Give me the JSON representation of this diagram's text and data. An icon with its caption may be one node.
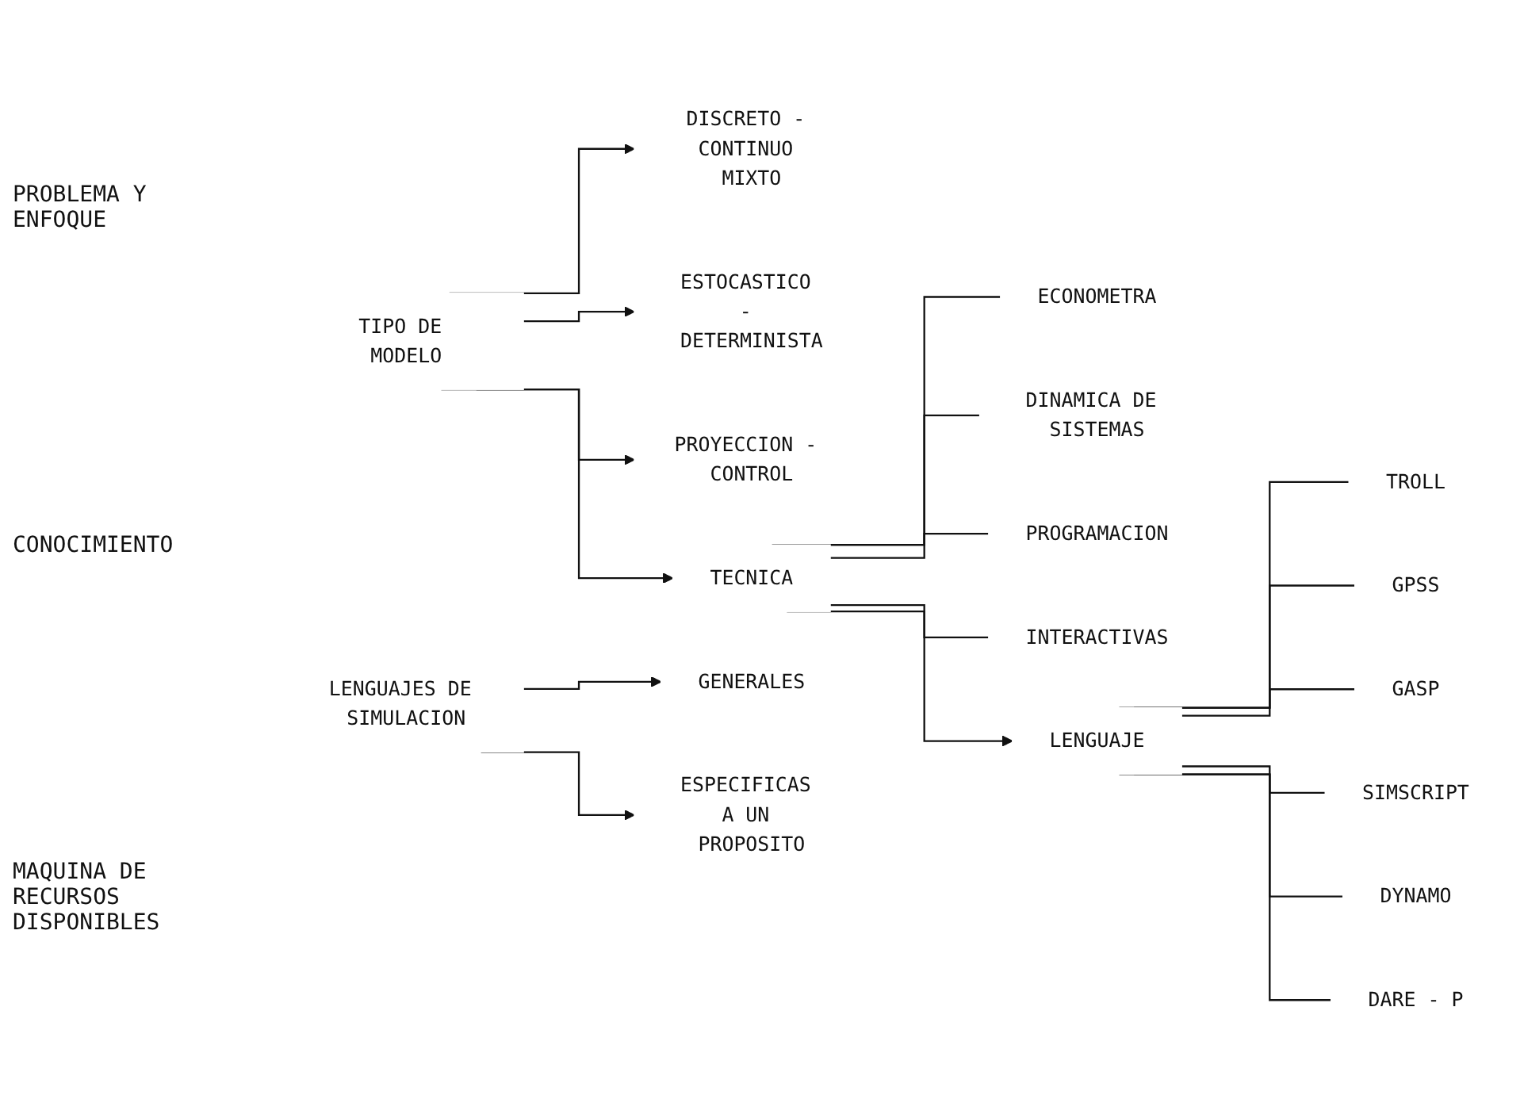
{
  "diagram": {
    "nodes": [
      {
        "text": [
          "TIPO DE MODELO"
        ]
      },
      {
        "text": [
          "DISCRETO - CONTINUO MIXTO"
        ]
      },
      {
        "text": [
          "ESTOCASTICO - DETERMINISTA"
        ]
      },
      {
        "text": [
          "PROYECCION - CONTROL"
        ]
      },
      {
        "text": [
          "TECNICA"
        ]
      },
      {
        "text": [
          "ECONOMETRA"
        ]
      },
      {
        "text": [
          "DINAMICA DE SISTEMAS"
        ]
      },
      {
        "text": [
          "PROGRAMACION"
        ]
      },
      {
        "text": [
          "INTERACTIVAS"
        ]
      },
      {
        "text": [
          "LENGUAJE"
        ]
      },
      {
        "text": [
          "TROLL"
        ]
      },
      {
        "text": [
          "GPSS"
        ]
      },
      {
        "text": [
          "GASP"
        ]
      },
      {
        "text": [
          "SIMSCRIPT"
        ]
      },
      {
        "text": [
          "DYNAMO"
        ]
      },
      {
        "text": [
          "DARE - P"
        ]
      },
      {
        "text": [
          "LENGUAJES DE SIMULACION"
        ]
      },
      {
        "text": [
          "GENERALES"
        ]
      },
      {
        "text": [
          "ESPECIFICAS A UN PROPOSITO"
        ]
      }
    ],
    "edges": [
      {
        "from": 0,
        "to": 1,
        "arrow": "to"
      },
      {
        "from": 0,
        "to": 2,
        "arrow": "to"
      },
      {
        "from": 0,
        "to": 3,
        "arrow": "to"
      },
      {
        "from": 0,
        "to": 4,
        "arrow": "to"
      },
      {
        "from": 4,
        "to": 5,
        "arrow": "none"
      },
      {
        "from": 4,
        "to": 6,
        "arrow": "none"
      },
      {
        "from": 4,
        "to": 7,
        "arrow": "none"
      },
      {
        "from": 4,
        "to": 8,
        "arrow": "none"
      },
      {
        "from": 4,
        "to": 9,
        "arrow": "to"
      },
      {
        "from": 9,
        "to": 10,
        "arrow": "none"
      },
      {
        "from": 9,
        "to": 11,
        "arrow": "none"
      },
      {
        "from": 9,
        "to": 12,
        "arrow": "none"
      },
      {
        "from": 9,
        "to": 13,
        "arrow": "none"
      },
      {
        "from": 9,
        "to": 14,
        "arrow": "none"
      },
      {
        "from": 9,
        "to": 15,
        "arrow": "none"
      },
      {
        "from": 16,
        "to": 17,
        "arrow": "to"
      },
      {
        "from": 16,
        "to": 18,
        "arrow": "to"
      }
    ],
    "labels": [
      "PROBLEMA Y ENFOQUE",
      "CONOCIMIENTO",
      "MAQUINA DE RECURSOS DISPONIBLES"
    ]
  }
}
